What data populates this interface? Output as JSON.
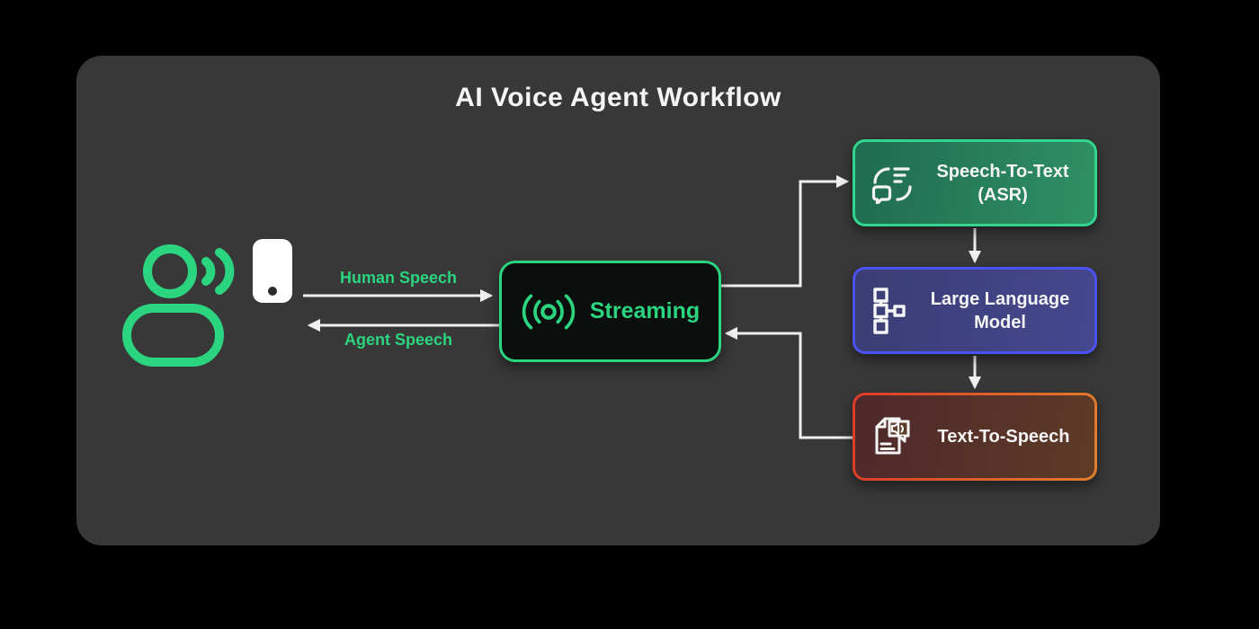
{
  "header": {
    "title": "AI Voice Agent Workflow"
  },
  "edges": {
    "human_speech": {
      "label": "Human Speech"
    },
    "agent_speech": {
      "label": "Agent Speech"
    }
  },
  "nodes": {
    "streaming": {
      "label": "Streaming",
      "icon": "broadcast-icon"
    },
    "speech_to_text": {
      "label": "Speech-To-Text",
      "sublabel": "(ASR)",
      "icon": "transcript-icon"
    },
    "large_language_model": {
      "label": "Large Language Model",
      "icon": "flowchart-icon"
    },
    "text_to_speech": {
      "label": "Text-To-Speech",
      "icon": "document-audio-icon"
    }
  },
  "actors": {
    "user": {
      "icon": "user-speaking-icon"
    },
    "device": {
      "icon": "phone-icon"
    }
  },
  "colors": {
    "page-bg": "#000000",
    "card-bg": "#383838",
    "text-light": "#F5F5F5",
    "accent": "#2BD47E",
    "arrow": "#EFEFEF",
    "streaming-bg": "#0A0E0C",
    "stt-border": "#2FD68C",
    "stt-bg-1": "#1F6B4F",
    "stt-bg-2": "#2F9065",
    "llm-border": "#4C52F2",
    "llm-bg-1": "#3A3D74",
    "llm-bg-2": "#45488E",
    "tts-border-1": "#DC3B28",
    "tts-border-2": "#E07E2D",
    "tts-bg-1": "#4F282B",
    "tts-bg-2": "#5D3B26"
  }
}
